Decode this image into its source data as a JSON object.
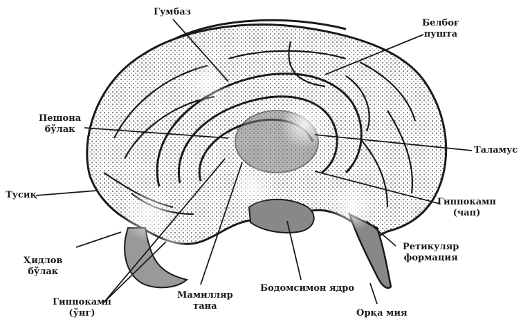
{
  "labels": {
    "gumbaz": "Гумбаз",
    "beldor_line1": "Белбоғ",
    "beldor_line2": "пушта",
    "peshona_line1": "Пешона",
    "peshona_line2": "бўлак",
    "talamus": "Таламус",
    "tusiq": "Тусиқ",
    "gippokamp_left_line1": "Гиппокамп",
    "gippokamp_left_line2": "(чап)",
    "hidlov_line1": "Ҳидлов",
    "hidlov_line2": "бўлак",
    "retikulyar_line1": "Ретикуляр",
    "retikulyar_line2": "формация",
    "bodomsimon": "Бодомсимон ядро",
    "gippokamp_right_line1": "Гиппокамп",
    "gippokamp_right_line2": "(ўнг)",
    "mamillyar_line1": "Мамилляр",
    "mamillyar_line2": "тана",
    "orqa_miya": "Орқа мия"
  },
  "colors": {
    "ink": "#1a1a1a",
    "background": "#ffffff",
    "haze": "#d8d8d8"
  }
}
